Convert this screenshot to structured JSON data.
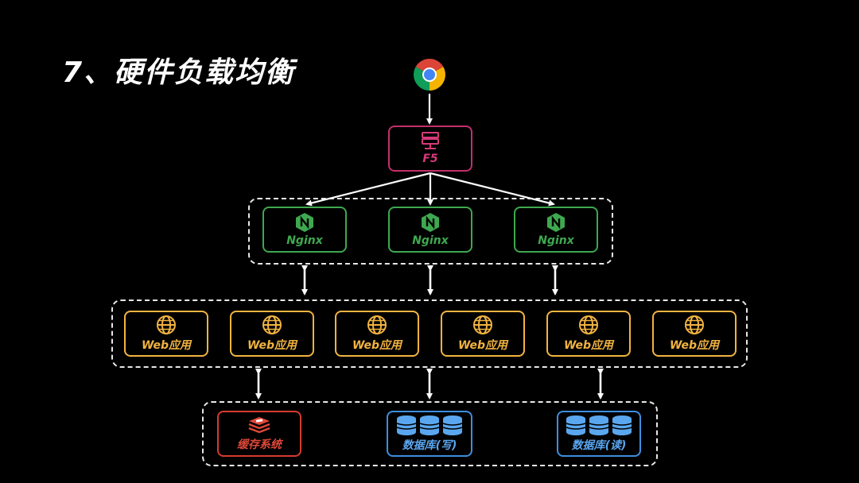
{
  "title": "7、硬件负载均衡",
  "browser": {
    "icon": "chrome-icon"
  },
  "f5": {
    "label": "F5",
    "icon": "server-icon",
    "color": "#c2306a"
  },
  "nginx": {
    "label": "Nginx",
    "icon": "nginx-icon",
    "color": "#3ea84f",
    "count": 3
  },
  "web": {
    "label": "Web应用",
    "icon": "globe-icon",
    "color": "#f2b440",
    "count": 6
  },
  "cache": {
    "label": "缓存系统",
    "icon": "redis-icon",
    "color": "#d63b2f"
  },
  "db_write": {
    "label": "数据库(写)",
    "icon": "database-icon",
    "color": "#3d8fe0"
  },
  "db_read": {
    "label": "数据库(读)",
    "icon": "database-icon",
    "color": "#3d8fe0"
  }
}
